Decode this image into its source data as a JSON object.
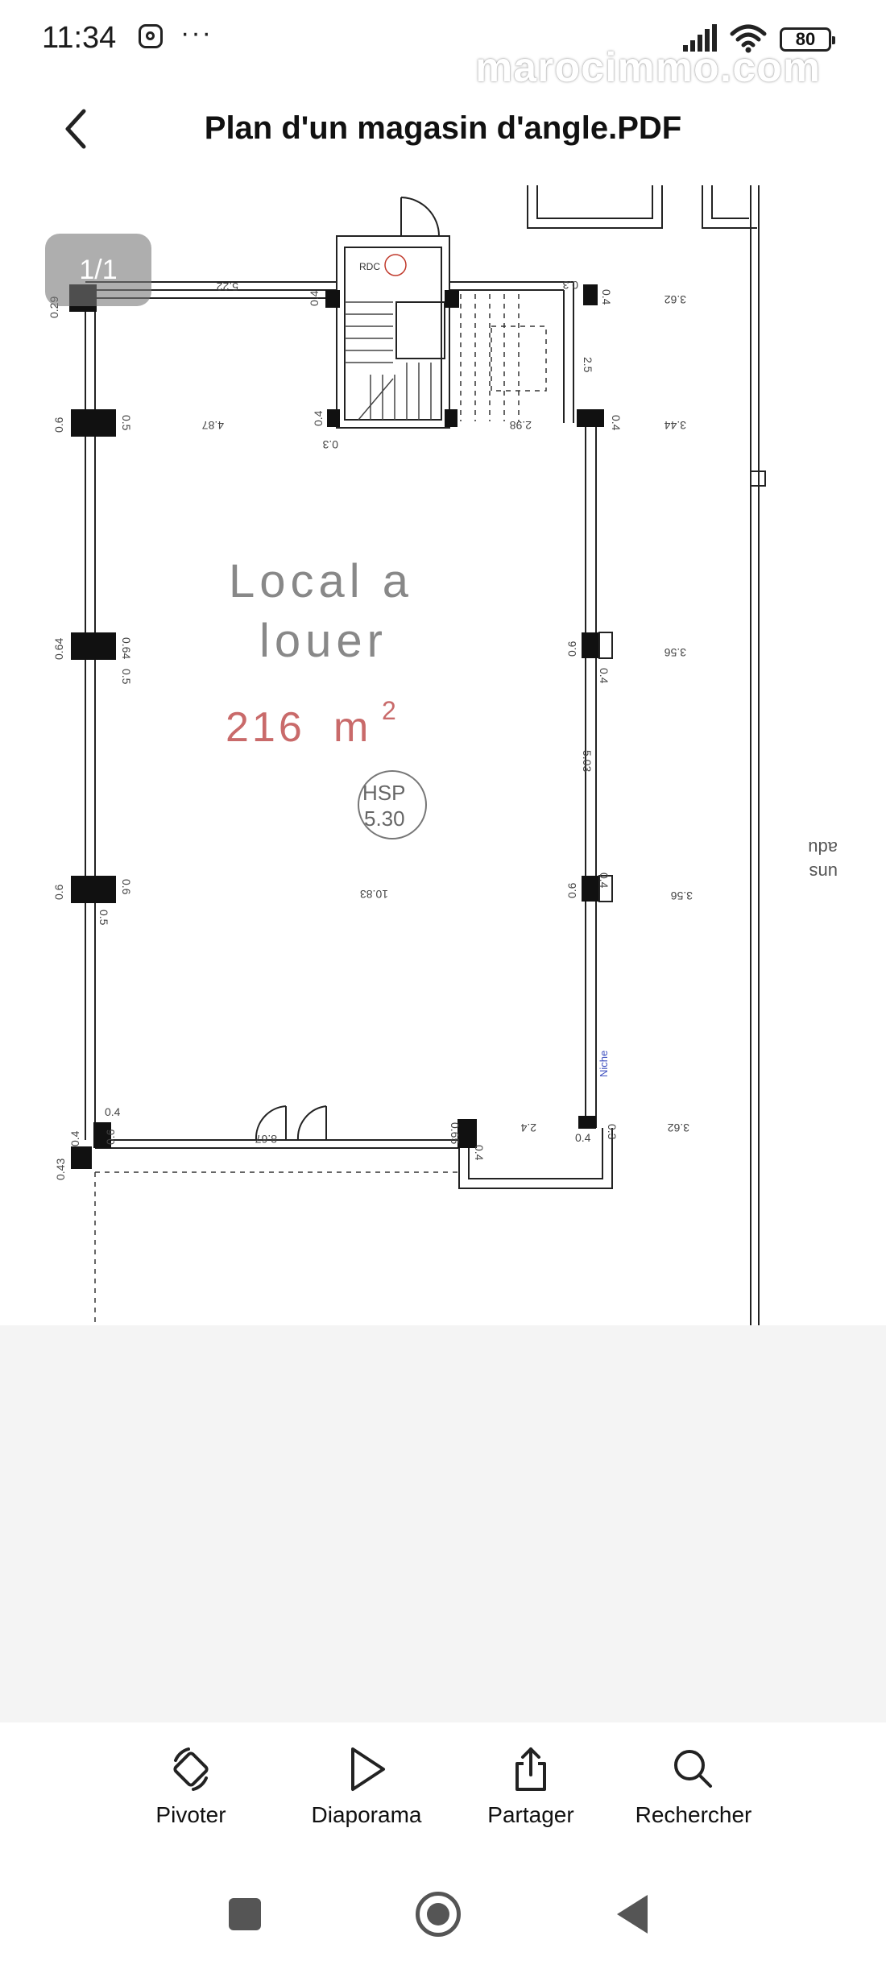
{
  "status_bar": {
    "time": "11:34",
    "more": "···",
    "battery": "80",
    "watermark": "marocimmo.com",
    "icons": [
      "instagram-icon",
      "signal-icon",
      "wifi-icon",
      "battery-icon"
    ]
  },
  "header": {
    "title": "Plan d'un magasin d'angle.PDF",
    "back_icon": "chevron-left-icon"
  },
  "viewer": {
    "page_indicator": "1/1",
    "plan": {
      "room_label_line1": "Local a",
      "room_label_line2": "louer",
      "area_number": "216",
      "area_unit": "m",
      "area_exp": "2",
      "hsp_label": "HSP",
      "hsp_value": "5.30",
      "rdc_label": "RDC",
      "niche_label": "Niche",
      "dimensions": {
        "d_522": "5.22",
        "d_029": "0.29",
        "d_04a": "0.4",
        "d_03a": "0.3",
        "d_04b": "0.4",
        "d_03b": "0.3",
        "d_25": "2.5",
        "d_362a": "3.62",
        "d_06a": "0.6",
        "d_05a": "0.5",
        "d_487": "4.87",
        "d_04c": "0.4",
        "d_03c": "0.3",
        "d_298": "2.98",
        "d_04d": "0.4",
        "d_344": "3.44",
        "d_064": "0.64",
        "d_064b": "0.64",
        "d_05b": "0.5",
        "d_06b": "0.6",
        "d_04e": "0.4",
        "d_356": "3.56",
        "d_503": "5.03",
        "d_06c": "0.6",
        "d_06d": "0.6",
        "d_05c": "0.5",
        "d_1083": "10.83",
        "d_04f": "0.4",
        "d_06e": "0.6",
        "d_356b": "3.56",
        "d_04g": "0.4",
        "d_06f": "0.6",
        "d_04h": "0.4",
        "d_043": "0.43",
        "d_867": "8.67",
        "d_065": "0.65",
        "d_04i": "0.4",
        "d_24": "2.4",
        "d_04j": "0.4",
        "d_03d": "0.3",
        "d_362b": "3.62",
        "side_a": "adu",
        "side_b": "uns"
      }
    }
  },
  "toolbar": {
    "pivoter": "Pivoter",
    "diaporama": "Diaporama",
    "partager": "Partager",
    "rechercher": "Rechercher"
  },
  "nav": {
    "recent": "square-icon",
    "home": "circle-icon",
    "back": "triangle-back-icon"
  }
}
